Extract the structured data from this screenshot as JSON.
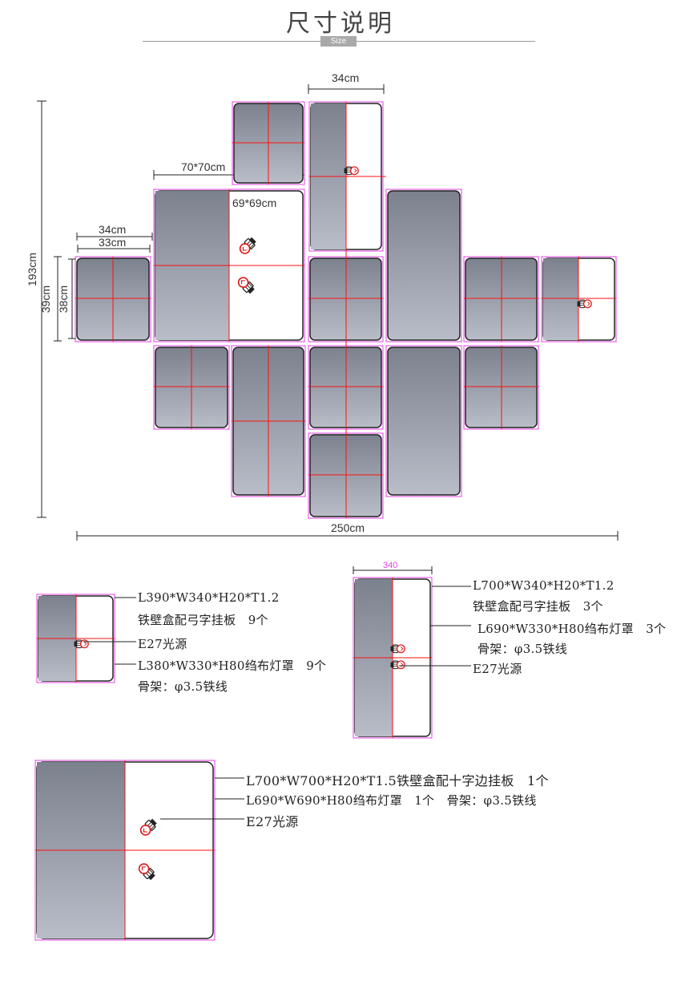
{
  "header": {
    "title": "尺寸说明",
    "subtitle": "Size"
  },
  "dimensions": {
    "overall_height": "193cm",
    "overall_width": "250cm",
    "small_panel_outer_height": "39cm",
    "small_panel_inner_height": "38cm",
    "small_panel_outer_width": "34cm",
    "small_panel_inner_width": "33cm",
    "large_panel_outer": "70*70cm",
    "large_panel_inner": "69*69cm",
    "tall_panel_width": "34cm"
  },
  "specs": {
    "small": {
      "line1": "L390*W340*H20*T1.2",
      "line2": "铁壁盒配弓字挂板　9个",
      "line3": "E27光源",
      "line4": "L380*W330*H80绉布灯罩　9个",
      "line5": "骨架：φ3.5铁线"
    },
    "tall": {
      "top_dim": "340",
      "line1": "L700*W340*H20*T1.2",
      "line2": "铁壁盒配弓字挂板　3个",
      "line3": "L690*W330*H80绉布灯罩　3个",
      "line4": "骨架：φ3.5铁线",
      "line5": "E27光源"
    },
    "square": {
      "line1": "L700*W700*H20*T1.5铁壁盒配十字边挂板　1个",
      "line2": "L690*W690*H80绉布灯罩　1个　骨架：φ3.5铁线",
      "line3": "E27光源"
    }
  },
  "colors": {
    "panel_dark": "#7b818d",
    "panel_light": "#b9bdc8",
    "guide_pink": "#e040e0",
    "guide_red": "#ff1010"
  }
}
